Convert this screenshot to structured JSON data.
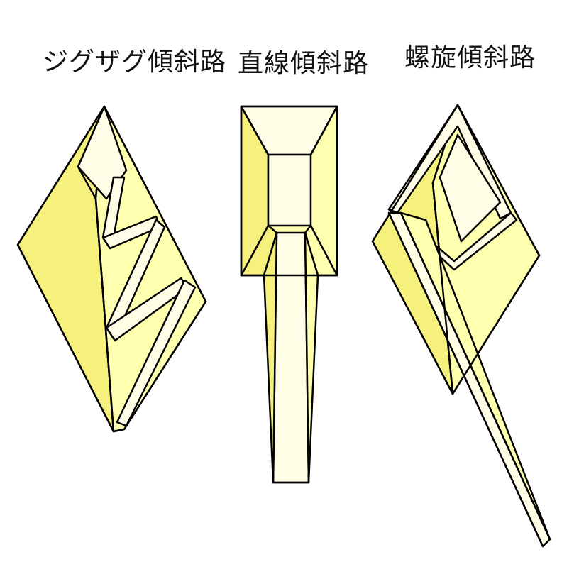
{
  "labels": {
    "zigzag": "ジグザグ傾斜路",
    "straight": "直線傾斜路",
    "spiral": "螺旋傾斜路"
  },
  "colors": {
    "light_face": "#fffde6",
    "mid_face": "#ffffb0",
    "dark_face": "#f6f07c",
    "outline": "#000000"
  }
}
